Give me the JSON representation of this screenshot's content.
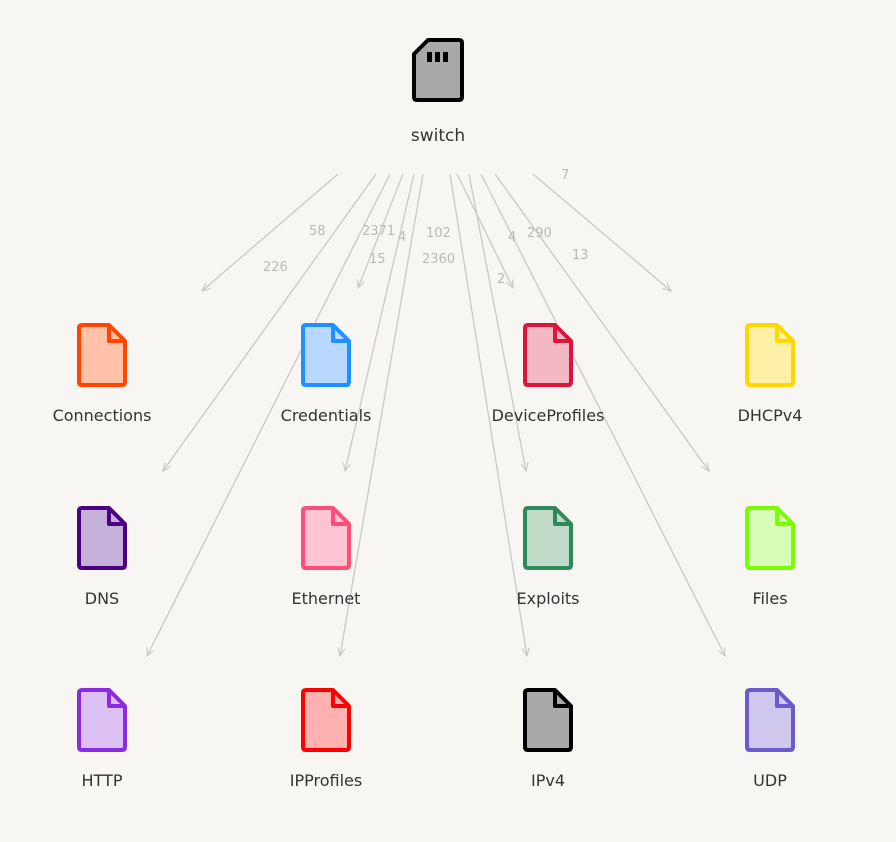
{
  "root": {
    "label": "switch",
    "icon": "sd-card-icon",
    "fill": "#a9a9a9",
    "stroke": "#000000"
  },
  "nodes": [
    {
      "key": "connections",
      "label": "Connections",
      "fill": "#ffc2a8",
      "stroke": "#ff4500",
      "icon": "file-icon"
    },
    {
      "key": "credentials",
      "label": "Credentials",
      "fill": "#b8d8ff",
      "stroke": "#1e90ff",
      "icon": "file-icon"
    },
    {
      "key": "deviceprofiles",
      "label": "DeviceProfiles",
      "fill": "#f4b8c4",
      "stroke": "#dc143c",
      "icon": "file-icon"
    },
    {
      "key": "dhcpv4",
      "label": "DHCPv4",
      "fill": "#fff0a8",
      "stroke": "#ffd700",
      "icon": "file-icon"
    },
    {
      "key": "dns",
      "label": "DNS",
      "fill": "#c4b0d8",
      "stroke": "#4b0082",
      "icon": "file-icon"
    },
    {
      "key": "ethernet",
      "label": "Ethernet",
      "fill": "#ffc4d4",
      "stroke": "#ff4d7a",
      "icon": "file-icon"
    },
    {
      "key": "exploits",
      "label": "Exploits",
      "fill": "#c0dcc8",
      "stroke": "#2e8b57",
      "icon": "file-icon"
    },
    {
      "key": "files",
      "label": "Files",
      "fill": "#d8ffb8",
      "stroke": "#7cfc00",
      "icon": "file-icon"
    },
    {
      "key": "http",
      "label": "HTTP",
      "fill": "#dcc0f4",
      "stroke": "#8a2be2",
      "icon": "file-icon"
    },
    {
      "key": "ipprofiles",
      "label": "IPProfiles",
      "fill": "#ffb0b0",
      "stroke": "#ff0000",
      "icon": "file-icon"
    },
    {
      "key": "ipv4",
      "label": "IPv4",
      "fill": "#a9a9a9",
      "stroke": "#000000",
      "icon": "file-icon"
    },
    {
      "key": "udp",
      "label": "UDP",
      "fill": "#d0c8ec",
      "stroke": "#6a5acd",
      "icon": "file-icon"
    }
  ],
  "edges": [
    {
      "target": "connections",
      "label": "226"
    },
    {
      "target": "dns",
      "label": "58"
    },
    {
      "target": "http",
      "label": "2371"
    },
    {
      "target": "credentials",
      "label": "15"
    },
    {
      "target": "ethernet",
      "label": "4"
    },
    {
      "target": "ipprofiles",
      "label": "102"
    },
    {
      "target": "ipv4",
      "label": "2360"
    },
    {
      "target": "deviceprofiles",
      "label": "2"
    },
    {
      "target": "exploits",
      "label": "4"
    },
    {
      "target": "udp",
      "label": "290"
    },
    {
      "target": "files",
      "label": "13"
    },
    {
      "target": "dhcpv4",
      "label": "7"
    }
  ]
}
